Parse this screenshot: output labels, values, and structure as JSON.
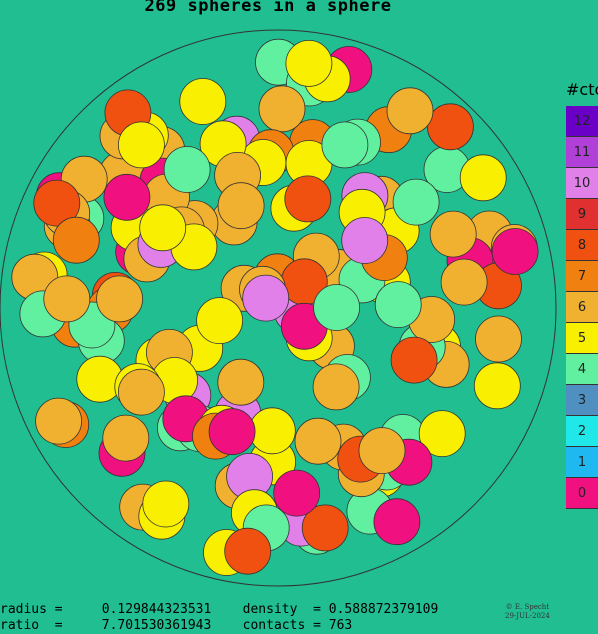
{
  "title": "269 spheres in a sphere",
  "legend": {
    "title": "#ctc",
    "items": [
      {
        "label": "12",
        "color": "#6a00c8"
      },
      {
        "label": "11",
        "color": "#b040d8"
      },
      {
        "label": "10",
        "color": "#e080e8"
      },
      {
        "label": "9",
        "color": "#e03030"
      },
      {
        "label": "8",
        "color": "#f05010"
      },
      {
        "label": "7",
        "color": "#f08010"
      },
      {
        "label": "6",
        "color": "#f0b030"
      },
      {
        "label": "5",
        "color": "#f8f000"
      },
      {
        "label": "4",
        "color": "#60f0a0"
      },
      {
        "label": "3",
        "color": "#5090c0"
      },
      {
        "label": "2",
        "color": "#20e8e8"
      },
      {
        "label": "1",
        "color": "#20b8f0"
      },
      {
        "label": "0",
        "color": "#f01080"
      }
    ]
  },
  "stats": {
    "radius_label": "radius =",
    "radius_value": "0.129844323531",
    "density_label": "density  =",
    "density_value": "0.588872379109",
    "ratio_label": "ratio  =",
    "ratio_value": "7.701530361943",
    "contacts_label": "contacts =",
    "contacts_value": "763"
  },
  "credit": {
    "author": "© E. Specht",
    "date": "29-JUL-2024"
  },
  "palette": {
    "background": "#20be90",
    "yellow": "#f8f000",
    "orange_light": "#f0b030",
    "orange": "#f08010",
    "red_orange": "#f05010",
    "mint": "#60f0a0",
    "magenta": "#f01080",
    "lilac": "#e080e8",
    "purple": "#b040d8"
  }
}
